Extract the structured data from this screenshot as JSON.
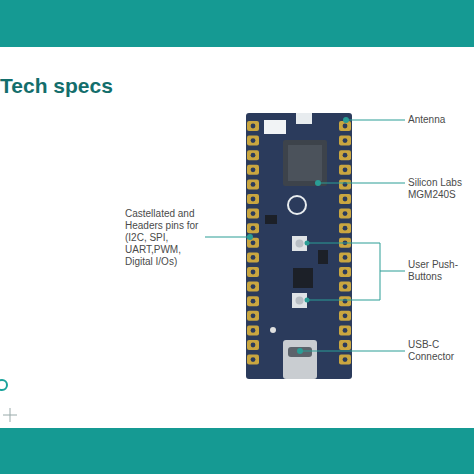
{
  "diagram": {
    "title": "Tech specs",
    "labels": [
      "Antenna",
      "Silicon Labs MGM240S",
      "User Push-Buttons",
      "USB-C Connector",
      "Castellated and Headers pins for (I2C, SPI, UART,PWM, Digital I/Os)"
    ]
  }
}
